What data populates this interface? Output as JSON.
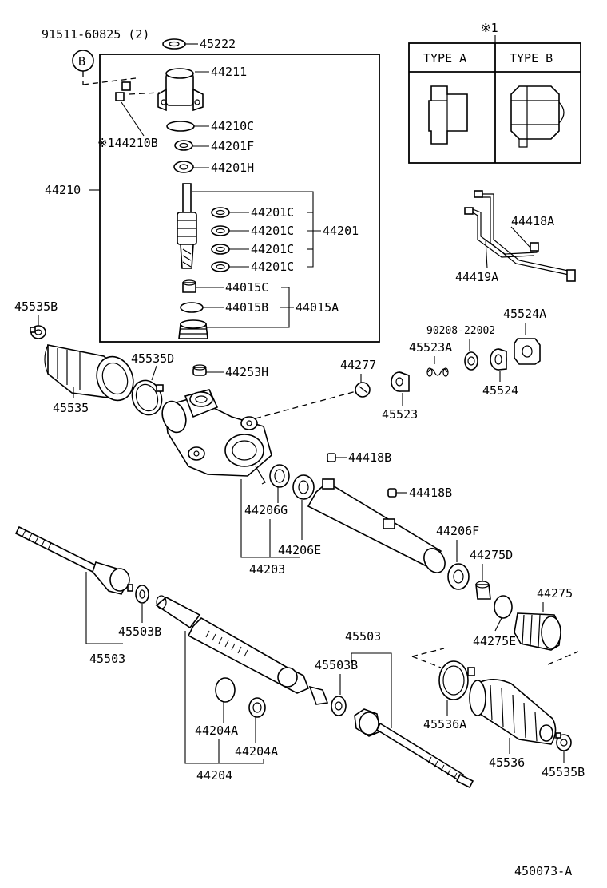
{
  "diagram": {
    "ref_number": "450073-A",
    "note_mark": "※1",
    "circle_ref": "B",
    "bolt_ref": "91511-60825 (2)",
    "type_table": {
      "col_a": "TYPE  A",
      "col_b": "TYPE  B"
    },
    "labels": {
      "p45222": "45222",
      "p44211": "44211",
      "p44210C": "44210C",
      "p44210B": "※144210B",
      "p44201F": "44201F",
      "p44201H": "44201H",
      "p44210": "44210",
      "p44201C_1": "44201C",
      "p44201C_2": "44201C",
      "p44201C_3": "44201C",
      "p44201C_4": "44201C",
      "p44201": "44201",
      "p44015C": "44015C",
      "p44015B": "44015B",
      "p44015A": "44015A",
      "p44418A": "44418A",
      "p44419A": "44419A",
      "p45535B_top": "45535B",
      "p45535D": "45535D",
      "p45535": "45535",
      "p44253H": "44253H",
      "p44277": "44277",
      "p90208": "90208-22002",
      "p45524A": "45524A",
      "p45523A": "45523A",
      "p45524": "45524",
      "p45523": "45523",
      "p44418B_1": "44418B",
      "p44418B_2": "44418B",
      "p44206G": "44206G",
      "p44206E": "44206E",
      "p44203": "44203",
      "p44206F": "44206F",
      "p44275D": "44275D",
      "p44275": "44275",
      "p44275E": "44275E",
      "p45503B_left": "45503B",
      "p45503_left": "45503",
      "p45503_right": "45503",
      "p45503B_right": "45503B",
      "p44204A_1": "44204A",
      "p44204A_2": "44204A",
      "p44204": "44204",
      "p45536A": "45536A",
      "p45536": "45536",
      "p45535B_bottom": "45535B"
    }
  }
}
